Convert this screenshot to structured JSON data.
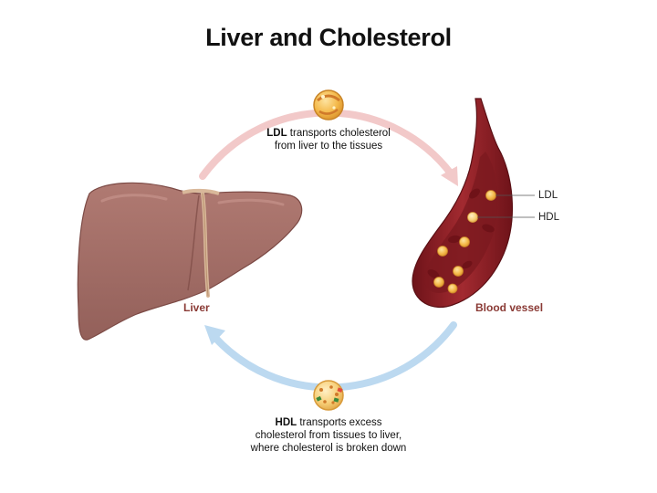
{
  "title": "Liver and Cholesterol",
  "ldl_caption": {
    "bold": "LDL",
    "line1_rest": " transports cholesterol",
    "line2": "from liver to the tissues"
  },
  "hdl_caption": {
    "bold": "HDL",
    "line1_rest": " transports excess",
    "line2": "cholesterol from tissues to liver,",
    "line3": "where cholesterol is broken down"
  },
  "labels": {
    "liver": "Liver",
    "blood_vessel": "Blood vessel",
    "ldl": "LDL",
    "hdl": "HDL"
  },
  "colors": {
    "liver": "#a06a63",
    "liver_dark": "#7c4a45",
    "vessel": "#8c2026",
    "ldl_arrow": "#f2c9c9",
    "hdl_arrow": "#bcd9f0",
    "particle": "#f0b43c",
    "label_red": "#8a3a35"
  }
}
